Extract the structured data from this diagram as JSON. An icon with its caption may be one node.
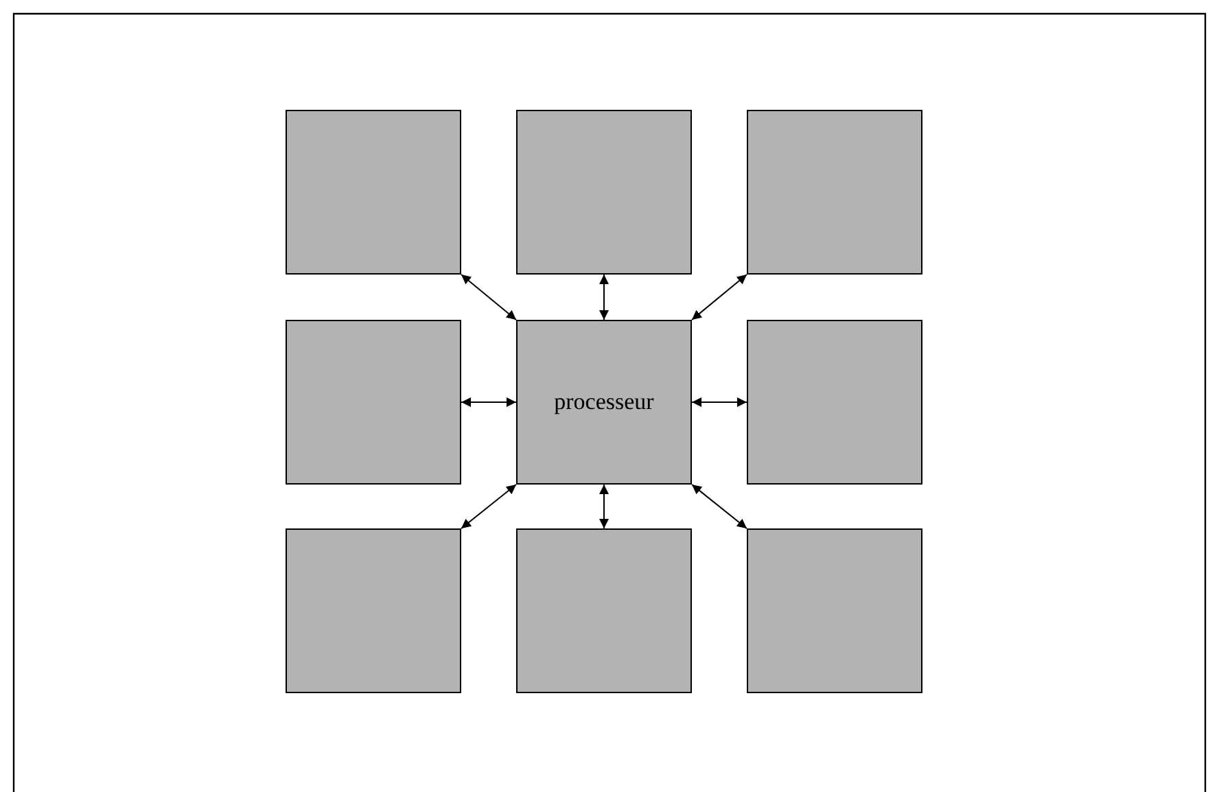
{
  "diagram": {
    "nodes": [
      {
        "text": [],
        "shape": "box"
      },
      {
        "text": [],
        "shape": "box"
      },
      {
        "text": [],
        "shape": "box"
      },
      {
        "text": [],
        "shape": "box"
      },
      {
        "text": [
          "processeur"
        ]
      },
      {
        "text": [],
        "shape": "box"
      },
      {
        "text": [],
        "shape": "box"
      },
      {
        "text": [],
        "shape": "box"
      },
      {
        "text": [],
        "shape": "box"
      }
    ],
    "edges": [
      {
        "from": 4,
        "to": 0,
        "arrow": "both"
      },
      {
        "from": 4,
        "to": 1,
        "arrow": "both"
      },
      {
        "from": 4,
        "to": 2,
        "arrow": "both"
      },
      {
        "from": 4,
        "to": 3,
        "arrow": "both"
      },
      {
        "from": 4,
        "to": 5,
        "arrow": "both"
      },
      {
        "from": 4,
        "to": 6,
        "arrow": "both"
      },
      {
        "from": 4,
        "to": 7,
        "arrow": "both"
      },
      {
        "from": 4,
        "to": 8,
        "arrow": "both"
      }
    ]
  }
}
